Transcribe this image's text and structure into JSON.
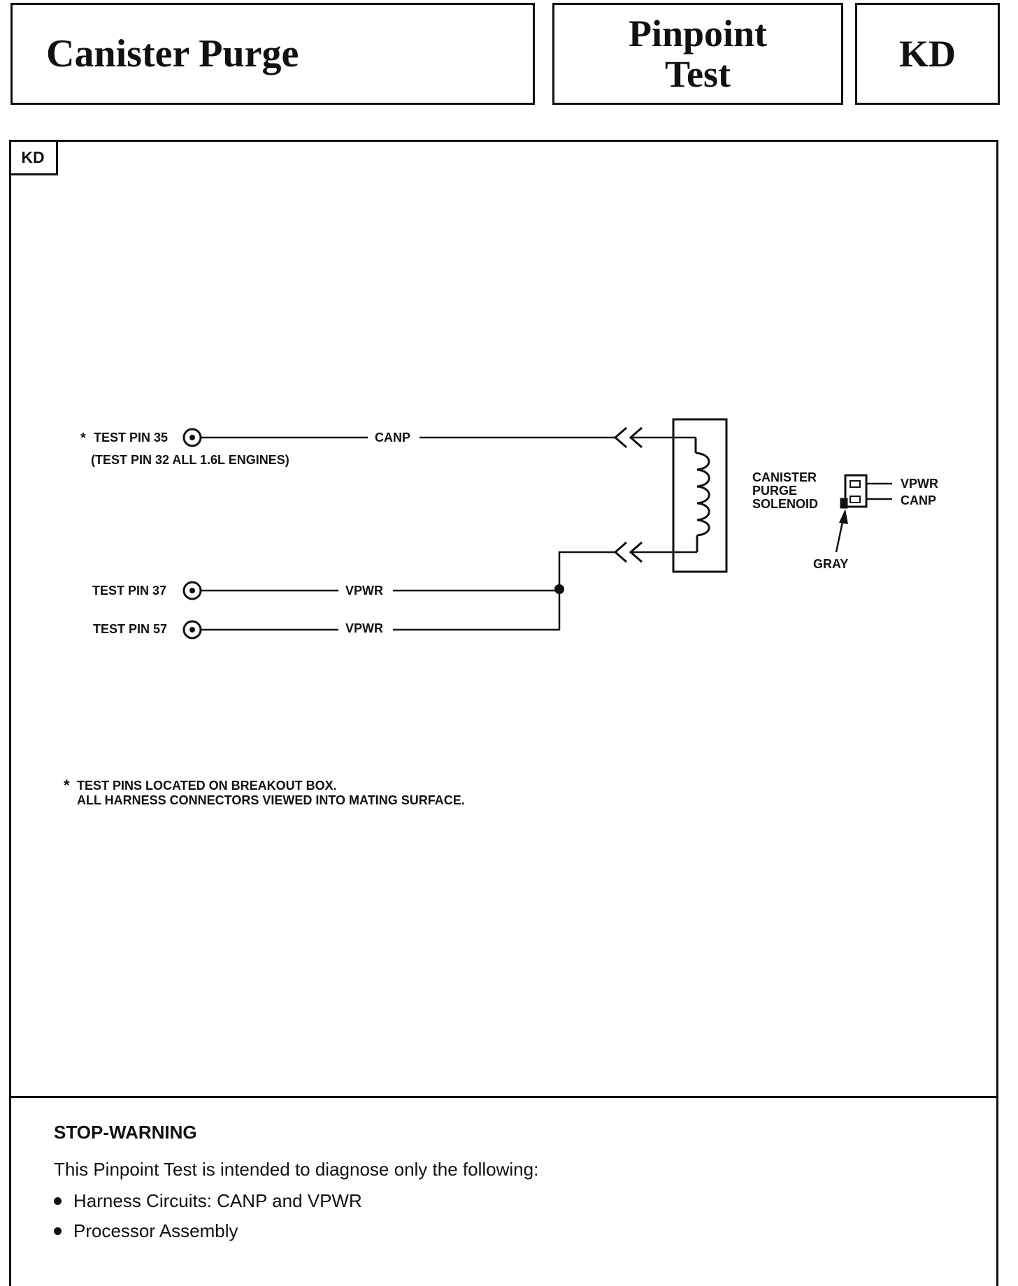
{
  "header": {
    "title": "Canister Purge",
    "test_type_line1": "Pinpoint",
    "test_type_line2": "Test",
    "code": "KD"
  },
  "panel": {
    "code_tag": "KD"
  },
  "diagram": {
    "pin35_label": "TEST PIN 35",
    "pin35_note": "(TEST PIN 32 ALL 1.6L ENGINES)",
    "pin37_label": "TEST PIN 37",
    "pin57_label": "TEST PIN 57",
    "wire_canp": "CANP",
    "wire_vpwr_1": "VPWR",
    "wire_vpwr_2": "VPWR",
    "component_line1": "CANISTER",
    "component_line2": "PURGE",
    "component_line3": "SOLENOID",
    "connector_vpwr": "VPWR",
    "connector_canp": "CANP",
    "connector_color": "GRAY",
    "footnote_line1": "TEST PINS LOCATED ON BREAKOUT BOX.",
    "footnote_line2": "ALL HARNESS CONNECTORS VIEWED INTO MATING SURFACE."
  },
  "warning": {
    "title": "STOP-WARNING",
    "intro": "This Pinpoint Test is intended to diagnose only the following:",
    "items": [
      "Harness Circuits: CANP and VPWR",
      "Processor Assembly"
    ]
  }
}
